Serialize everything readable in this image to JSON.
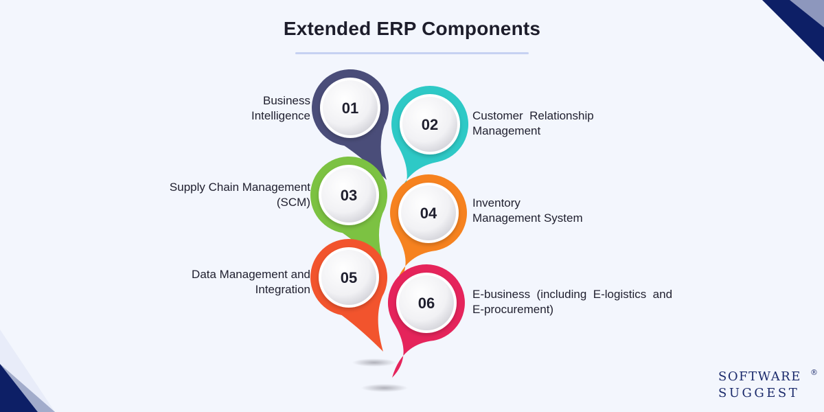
{
  "title": "Extended ERP Components",
  "colors": {
    "background": "#f3f6fd",
    "corner": "#0d1f66",
    "underline": "#c6d1f2",
    "text": "#1f1f2e"
  },
  "components": [
    {
      "number": "01",
      "label_lines": [
        "Business",
        "Intelligence"
      ],
      "color": "#4a4d79",
      "side": "left"
    },
    {
      "number": "02",
      "label_lines": [
        "Customer  Relationship",
        "Management"
      ],
      "color": "#2ec9c6",
      "side": "right"
    },
    {
      "number": "03",
      "label_lines": [
        "Supply Chain Management",
        "(SCM)"
      ],
      "color": "#7cc242",
      "side": "left"
    },
    {
      "number": "04",
      "label_lines": [
        "Inventory",
        "Management System"
      ],
      "color": "#f6821f",
      "side": "right"
    },
    {
      "number": "05",
      "label_lines": [
        "Data Management and",
        "Integration"
      ],
      "color": "#f2542d",
      "side": "left"
    },
    {
      "number": "06",
      "label_lines": [
        "E-business  (including  E-logistics  and",
        "E-procurement)"
      ],
      "color": "#e5245b",
      "side": "right"
    }
  ],
  "logo": {
    "line1": "SOFTWARE",
    "line2": "SUGGEST",
    "mark": "®"
  }
}
